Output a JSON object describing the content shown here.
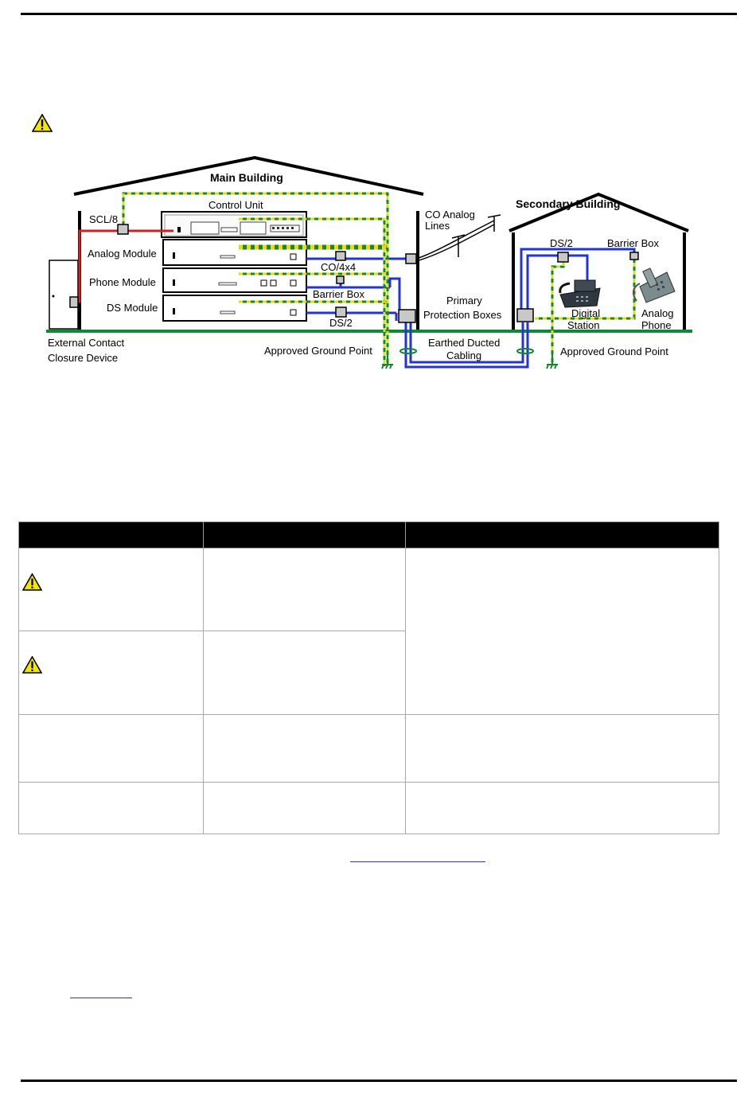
{
  "diagram": {
    "main_building": "Main Building",
    "secondary_building": "Secondary Building",
    "control_unit": "Control Unit",
    "scl8": "SCL/8",
    "analog_module": "Analog Module",
    "phone_module": "Phone Module",
    "ds_module": "DS Module",
    "co4x4": "CO/4x4",
    "barrier_box_main": "Barrier Box",
    "ds2_main": "DS/2",
    "co_analog_lines": [
      "CO Analog",
      "Lines"
    ],
    "primary_protection": [
      "Primary",
      "Protection Boxes"
    ],
    "earthed_cabling": [
      "Earthed Ducted",
      "Cabling"
    ],
    "external_contact": [
      "External Contact",
      "Closure Device"
    ],
    "approved_ground_left": "Approved Ground Point",
    "approved_ground_right": "Approved Ground Point",
    "ds2_secondary": "DS/2",
    "barrier_box_secondary": "Barrier Box",
    "digital_station": [
      "Digital",
      "Station"
    ],
    "analog_phone": [
      "Analog",
      "Phone"
    ]
  },
  "colors": {
    "blue_cable": "#2233dd",
    "red_cable": "#cc2222",
    "ground_green": "#118833",
    "earth_yellow": "#dddd22",
    "header_black": "#000000",
    "warning_yellow": "#f5e600"
  }
}
